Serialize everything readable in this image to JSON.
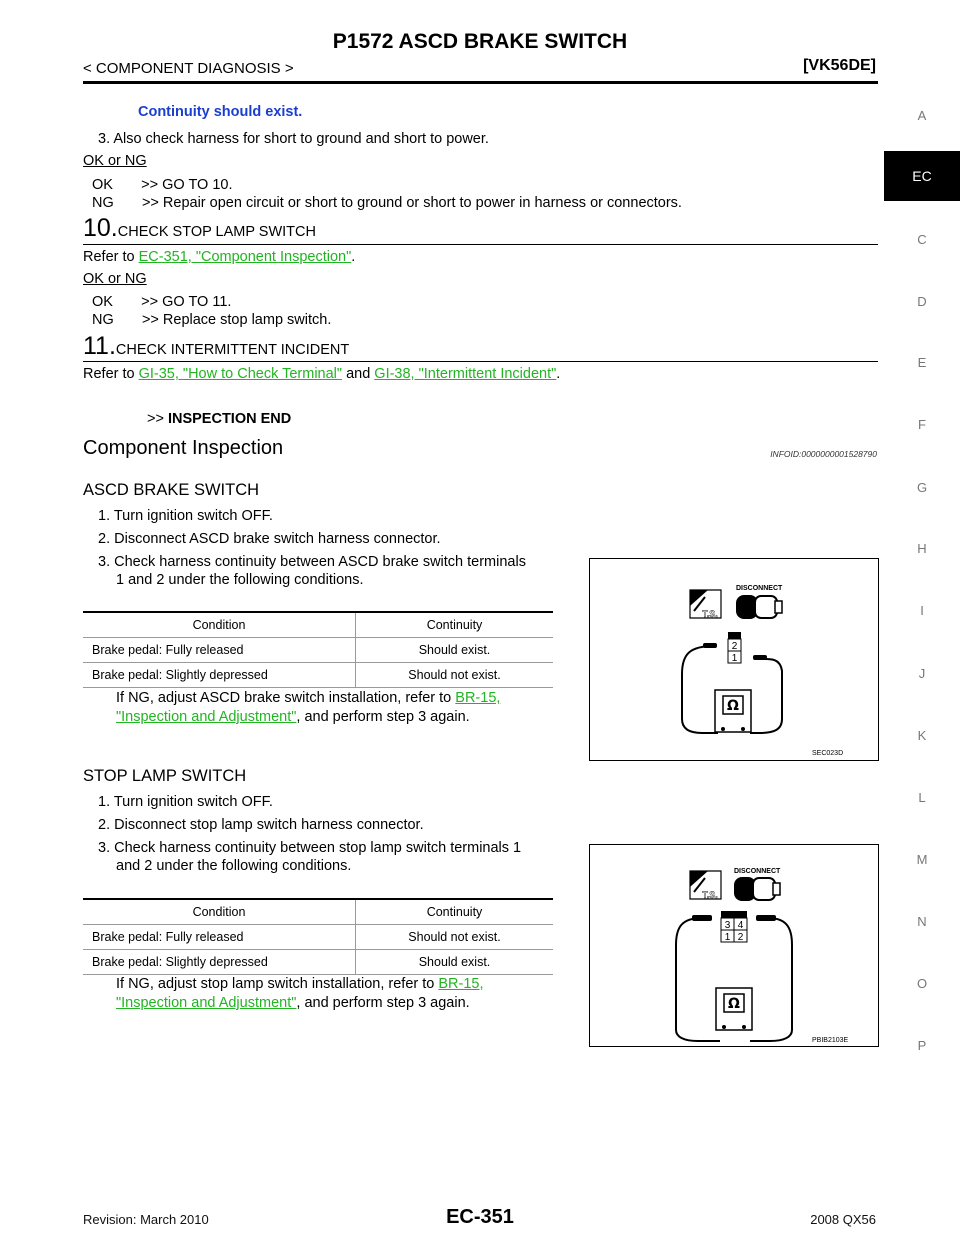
{
  "header": {
    "title": "P1572 ASCD BRAKE SWITCH",
    "section": "< COMPONENT DIAGNOSIS >",
    "model": "[VK56DE]"
  },
  "side_tabs": [
    "A",
    "EC",
    "C",
    "D",
    "E",
    "F",
    "G",
    "H",
    "I",
    "J",
    "K",
    "L",
    "M",
    "N",
    "O",
    "P"
  ],
  "intro": {
    "continuity": "Continuity should exist.",
    "step3": "3. Also check harness for short to ground and short to power.",
    "ok_ng": "OK or NG",
    "ok": "OK       >> GO TO 10.",
    "ng": "NG       >> Repair open circuit or short to ground or short to power in harness or connectors."
  },
  "step10": {
    "num": "10.",
    "label": "CHECK STOP LAMP SWITCH",
    "refer_prefix": "Refer to ",
    "link": "EC-351, \"Component Inspection\"",
    "refer_suffix": ".",
    "ok_ng": "OK or NG",
    "ok": "OK       >> GO TO 11.",
    "ng": "NG       >> Replace stop lamp switch."
  },
  "step11": {
    "num": "11.",
    "label": "CHECK INTERMITTENT INCIDENT",
    "refer_prefix": "Refer to ",
    "link1": "GI-35, \"How to Check Terminal\"",
    "and": " and ",
    "link2": "GI-38, \"Intermittent Incident\"",
    "refer_suffix": ".",
    "end_arrow": ">> ",
    "end_label": "INSPECTION END"
  },
  "component_inspection": {
    "title": "Component Inspection",
    "infoid": "INFOID:0000000001528790"
  },
  "ascd": {
    "title": "ASCD BRAKE SWITCH",
    "step1": "1. Turn ignition switch OFF.",
    "step2": "2. Disconnect ASCD brake switch harness connector.",
    "step3a": "3. Check harness continuity between ASCD brake switch terminals",
    "step3b": "1 and 2 under the following conditions.",
    "table": {
      "headers": [
        "Condition",
        "Continuity"
      ],
      "rows": [
        [
          "Brake pedal: Fully released",
          "Should exist."
        ],
        [
          "Brake pedal: Slightly depressed",
          "Should not exist."
        ]
      ]
    },
    "ng_line1": "If NG, adjust ASCD brake switch installation, refer to ",
    "ng_link_a": "BR-15,",
    "ng_link_b": "\"Inspection and Adjustment\"",
    "ng_line2": ", and perform step 3 again.",
    "figure": {
      "code": "SEC023D",
      "disconnect": "DISCONNECT",
      "ts": "T.S.",
      "terminals": [
        "2",
        "1"
      ],
      "ohm": "Ω"
    }
  },
  "stop_lamp": {
    "title": "STOP LAMP SWITCH",
    "step1": "1. Turn ignition switch OFF.",
    "step2": "2. Disconnect stop lamp switch harness connector.",
    "step3a": "3. Check harness continuity between stop lamp switch terminals 1",
    "step3b": "and 2 under the following conditions.",
    "table": {
      "headers": [
        "Condition",
        "Continuity"
      ],
      "rows": [
        [
          "Brake pedal: Fully released",
          "Should not exist."
        ],
        [
          "Brake pedal: Slightly depressed",
          "Should exist."
        ]
      ]
    },
    "ng_line1": "If NG, adjust stop lamp switch installation, refer to ",
    "ng_link_a": "BR-15,",
    "ng_link_b": "\"Inspection and Adjustment\"",
    "ng_line2": ", and perform step 3 again.",
    "figure": {
      "code": "PBIB2103E",
      "disconnect": "DISCONNECT",
      "ts": "T.S.",
      "terminals_top": [
        "3",
        "4"
      ],
      "terminals_bottom": [
        "1",
        "2"
      ],
      "ohm": "Ω"
    }
  },
  "footer": {
    "revision": "Revision: March 2010",
    "page": "EC-351",
    "vehicle": "2008 QX56"
  },
  "colors": {
    "link": "#22b422",
    "emphasis": "#1a3fd0",
    "tab_active": "#000000"
  }
}
